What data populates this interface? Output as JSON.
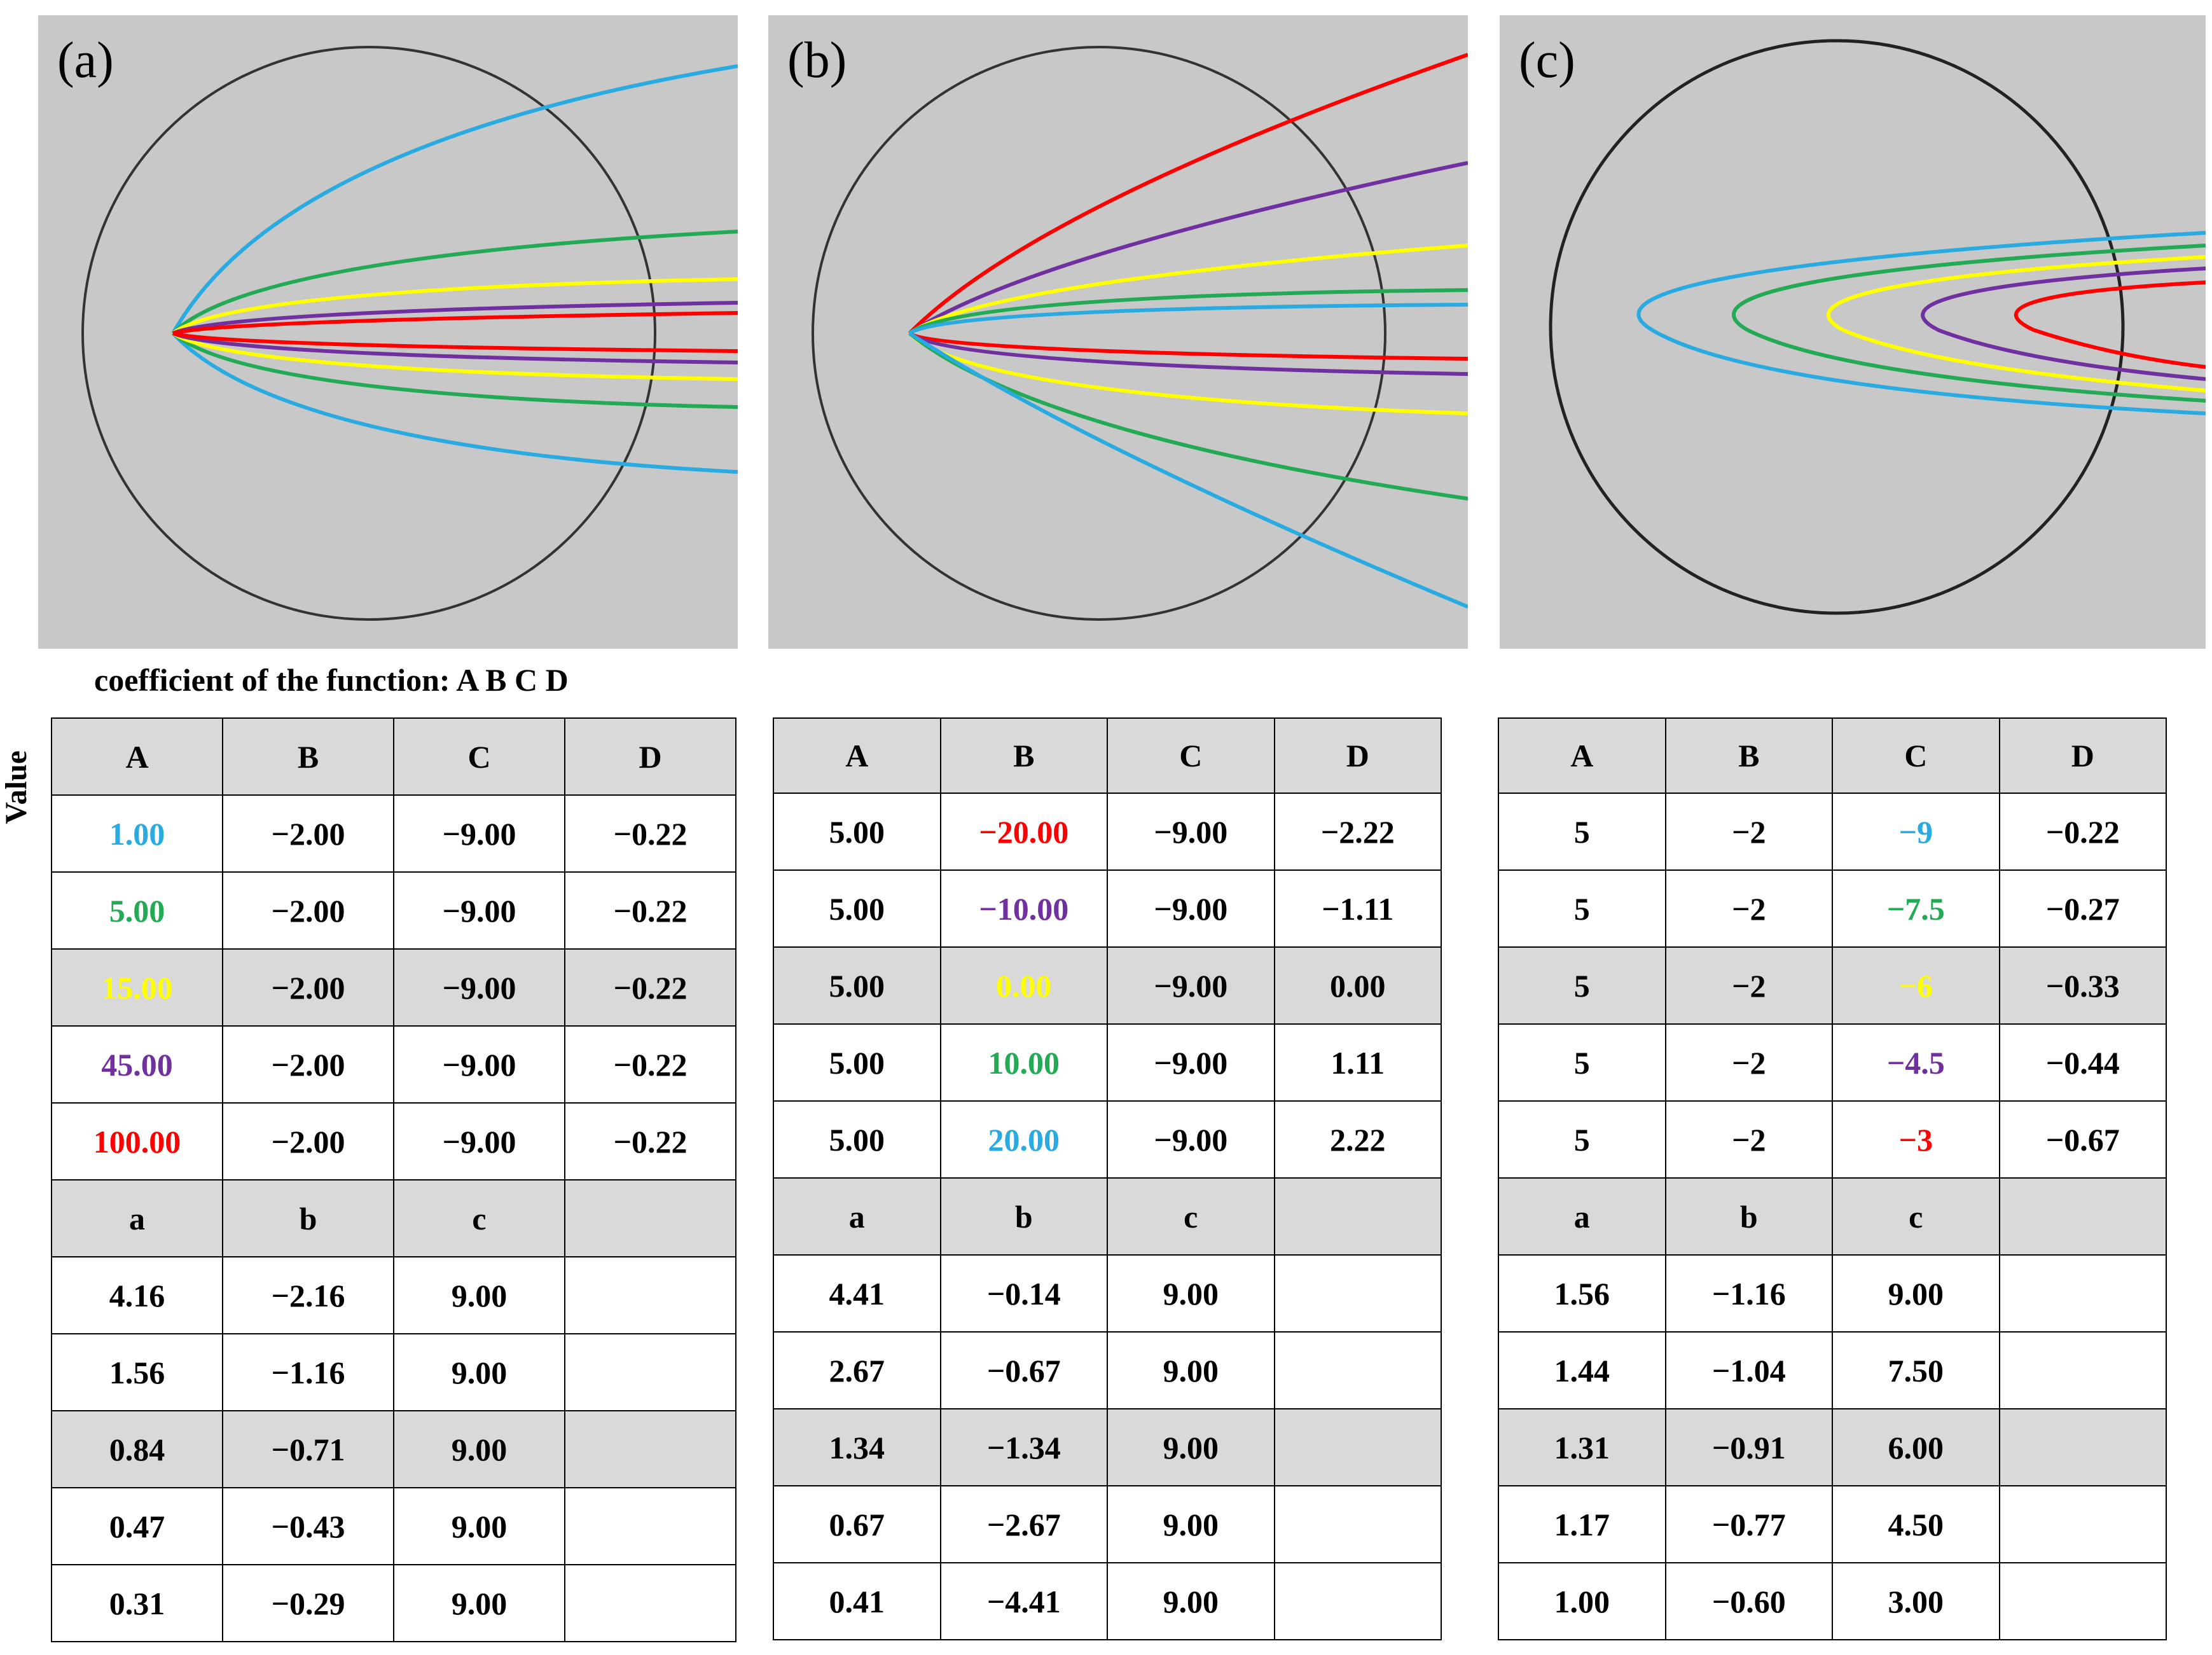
{
  "colors": {
    "blue": "#29abe2",
    "green": "#22aa55",
    "yellow": "#ffff00",
    "purple": "#7030a0",
    "red": "#ff0000",
    "panel_bg": "#c8c8c8",
    "shade": "#d9d9d9"
  },
  "panels": [
    {
      "label": "(a)"
    },
    {
      "label": "(b)"
    },
    {
      "label": "(c)"
    }
  ],
  "caption": "coefficient of the function: A B C D",
  "value_label": "Value",
  "tables": [
    {
      "header": [
        "A",
        "B",
        "C",
        "D"
      ],
      "rows": [
        [
          "1.00",
          "−2.00",
          "−9.00",
          "−0.22"
        ],
        [
          "5.00",
          "−2.00",
          "−9.00",
          "−0.22"
        ],
        [
          "15.00",
          "−2.00",
          "−9.00",
          "−0.22"
        ],
        [
          "45.00",
          "−2.00",
          "−9.00",
          "−0.22"
        ],
        [
          "100.00",
          "−2.00",
          "−9.00",
          "−0.22"
        ]
      ],
      "colored_col": 0,
      "header2": [
        "a",
        "b",
        "c",
        ""
      ],
      "rows2": [
        [
          "4.16",
          "−2.16",
          "9.00",
          ""
        ],
        [
          "1.56",
          "−1.16",
          "9.00",
          ""
        ],
        [
          "0.84",
          "−0.71",
          "9.00",
          ""
        ],
        [
          "0.47",
          "−0.43",
          "9.00",
          ""
        ],
        [
          "0.31",
          "−0.29",
          "9.00",
          ""
        ]
      ]
    },
    {
      "header": [
        "A",
        "B",
        "C",
        "D"
      ],
      "rows": [
        [
          "5.00",
          "−20.00",
          "−9.00",
          "−2.22"
        ],
        [
          "5.00",
          "−10.00",
          "−9.00",
          "−1.11"
        ],
        [
          "5.00",
          "0.00",
          "−9.00",
          "0.00"
        ],
        [
          "5.00",
          "10.00",
          "−9.00",
          "1.11"
        ],
        [
          "5.00",
          "20.00",
          "−9.00",
          "2.22"
        ]
      ],
      "colored_col": 1,
      "header2": [
        "a",
        "b",
        "c",
        ""
      ],
      "rows2": [
        [
          "4.41",
          "−0.14",
          "9.00",
          ""
        ],
        [
          "2.67",
          "−0.67",
          "9.00",
          ""
        ],
        [
          "1.34",
          "−1.34",
          "9.00",
          ""
        ],
        [
          "0.67",
          "−2.67",
          "9.00",
          ""
        ],
        [
          "0.41",
          "−4.41",
          "9.00",
          ""
        ]
      ]
    },
    {
      "header": [
        "A",
        "B",
        "C",
        "D"
      ],
      "rows": [
        [
          "5",
          "−2",
          "−9",
          "−0.22"
        ],
        [
          "5",
          "−2",
          "−7.5",
          "−0.27"
        ],
        [
          "5",
          "−2",
          "−6",
          "−0.33"
        ],
        [
          "5",
          "−2",
          "−4.5",
          "−0.44"
        ],
        [
          "5",
          "−2",
          "−3",
          "−0.67"
        ]
      ],
      "colored_col": 2,
      "header2": [
        "a",
        "b",
        "c",
        ""
      ],
      "rows2": [
        [
          "1.56",
          "−1.16",
          "9.00",
          ""
        ],
        [
          "1.44",
          "−1.04",
          "7.50",
          ""
        ],
        [
          "1.31",
          "−0.91",
          "6.00",
          ""
        ],
        [
          "1.17",
          "−0.77",
          "4.50",
          ""
        ],
        [
          "1.00",
          "−0.60",
          "3.00",
          ""
        ]
      ]
    }
  ],
  "row_colors_a": [
    "blue",
    "green",
    "yellow",
    "purple",
    "red"
  ],
  "row_colors_b": [
    "red",
    "purple",
    "yellow",
    "green",
    "blue"
  ],
  "row_colors_c": [
    "blue",
    "green",
    "yellow",
    "purple",
    "red"
  ]
}
